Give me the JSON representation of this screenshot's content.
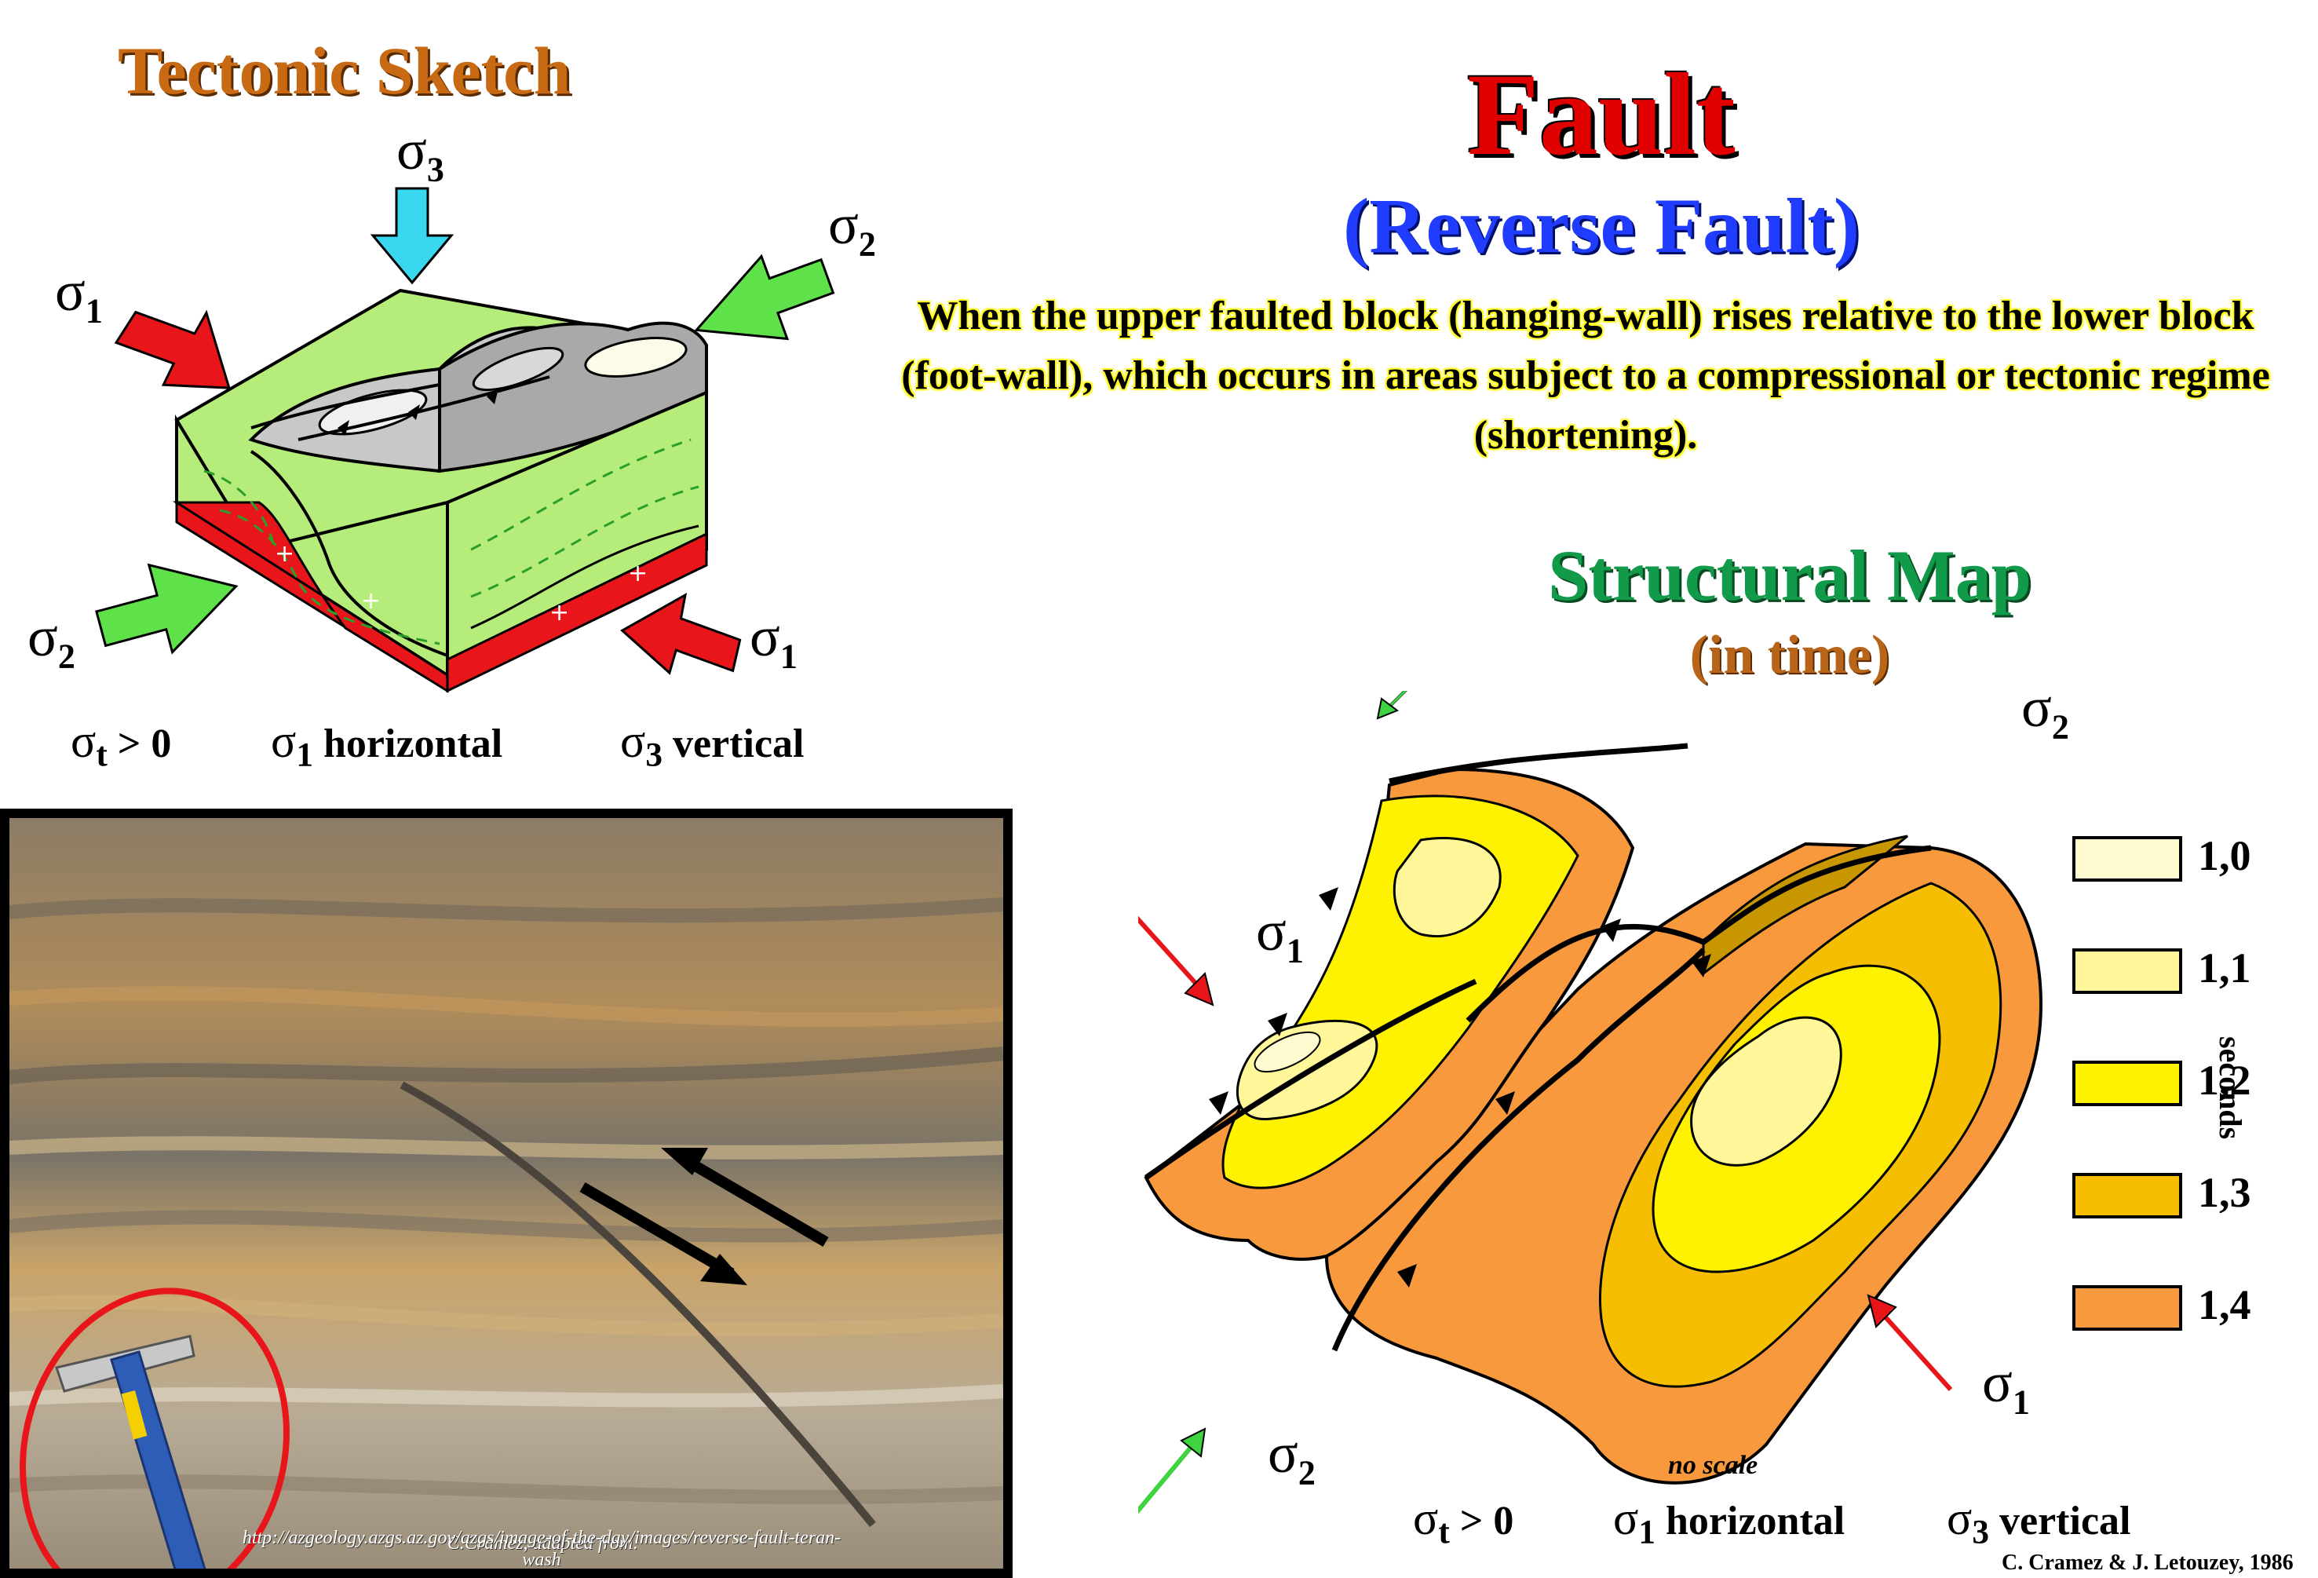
{
  "titles": {
    "sketch": "Tectonic Sketch",
    "fault": "Fault",
    "subtitle": "(Reverse Fault)",
    "description": "When the upper faulted block (hanging-wall) rises relative to the lower block (foot-wall), which occurs in areas subject to a compressional or tectonic regime (shortening).",
    "structural_map": "Structural Map",
    "in_time": "(in time)"
  },
  "stress": {
    "sigma_symbol": "σ",
    "sub1": "1",
    "sub2": "2",
    "sub3": "3",
    "subt": "t"
  },
  "sketch_captions": {
    "tension_rest": " > 0",
    "s1_rest": " horizontal",
    "s3_rest": " vertical"
  },
  "map_captions": {
    "tension_rest": " > 0",
    "s1_rest": " horizontal",
    "s3_rest": " vertical",
    "no_scale": "no scale",
    "credit": "C. Cramez & J. Letouzey, 1986"
  },
  "photo": {
    "credit_line1": "C.Cramez, adapted from:",
    "credit_line2": "http://azgeology.azgs.az.gov/azgs/image-of-the-day/images/reverse-fault-teran-",
    "credit_line3": "wash"
  },
  "legend": {
    "unit": "seconds",
    "items": [
      {
        "label": "1,0",
        "color": "#fffbd0"
      },
      {
        "label": "1,1",
        "color": "#fff799"
      },
      {
        "label": "1,2",
        "color": "#fff200"
      },
      {
        "label": "1,3",
        "color": "#f6be00"
      },
      {
        "label": "1,4",
        "color": "#f7993c"
      }
    ]
  },
  "colors": {
    "compression_arrow": "#e8161b",
    "intermediate_arrow": "#3fd43f",
    "vertical_arrow": "#3ad8f0"
  }
}
